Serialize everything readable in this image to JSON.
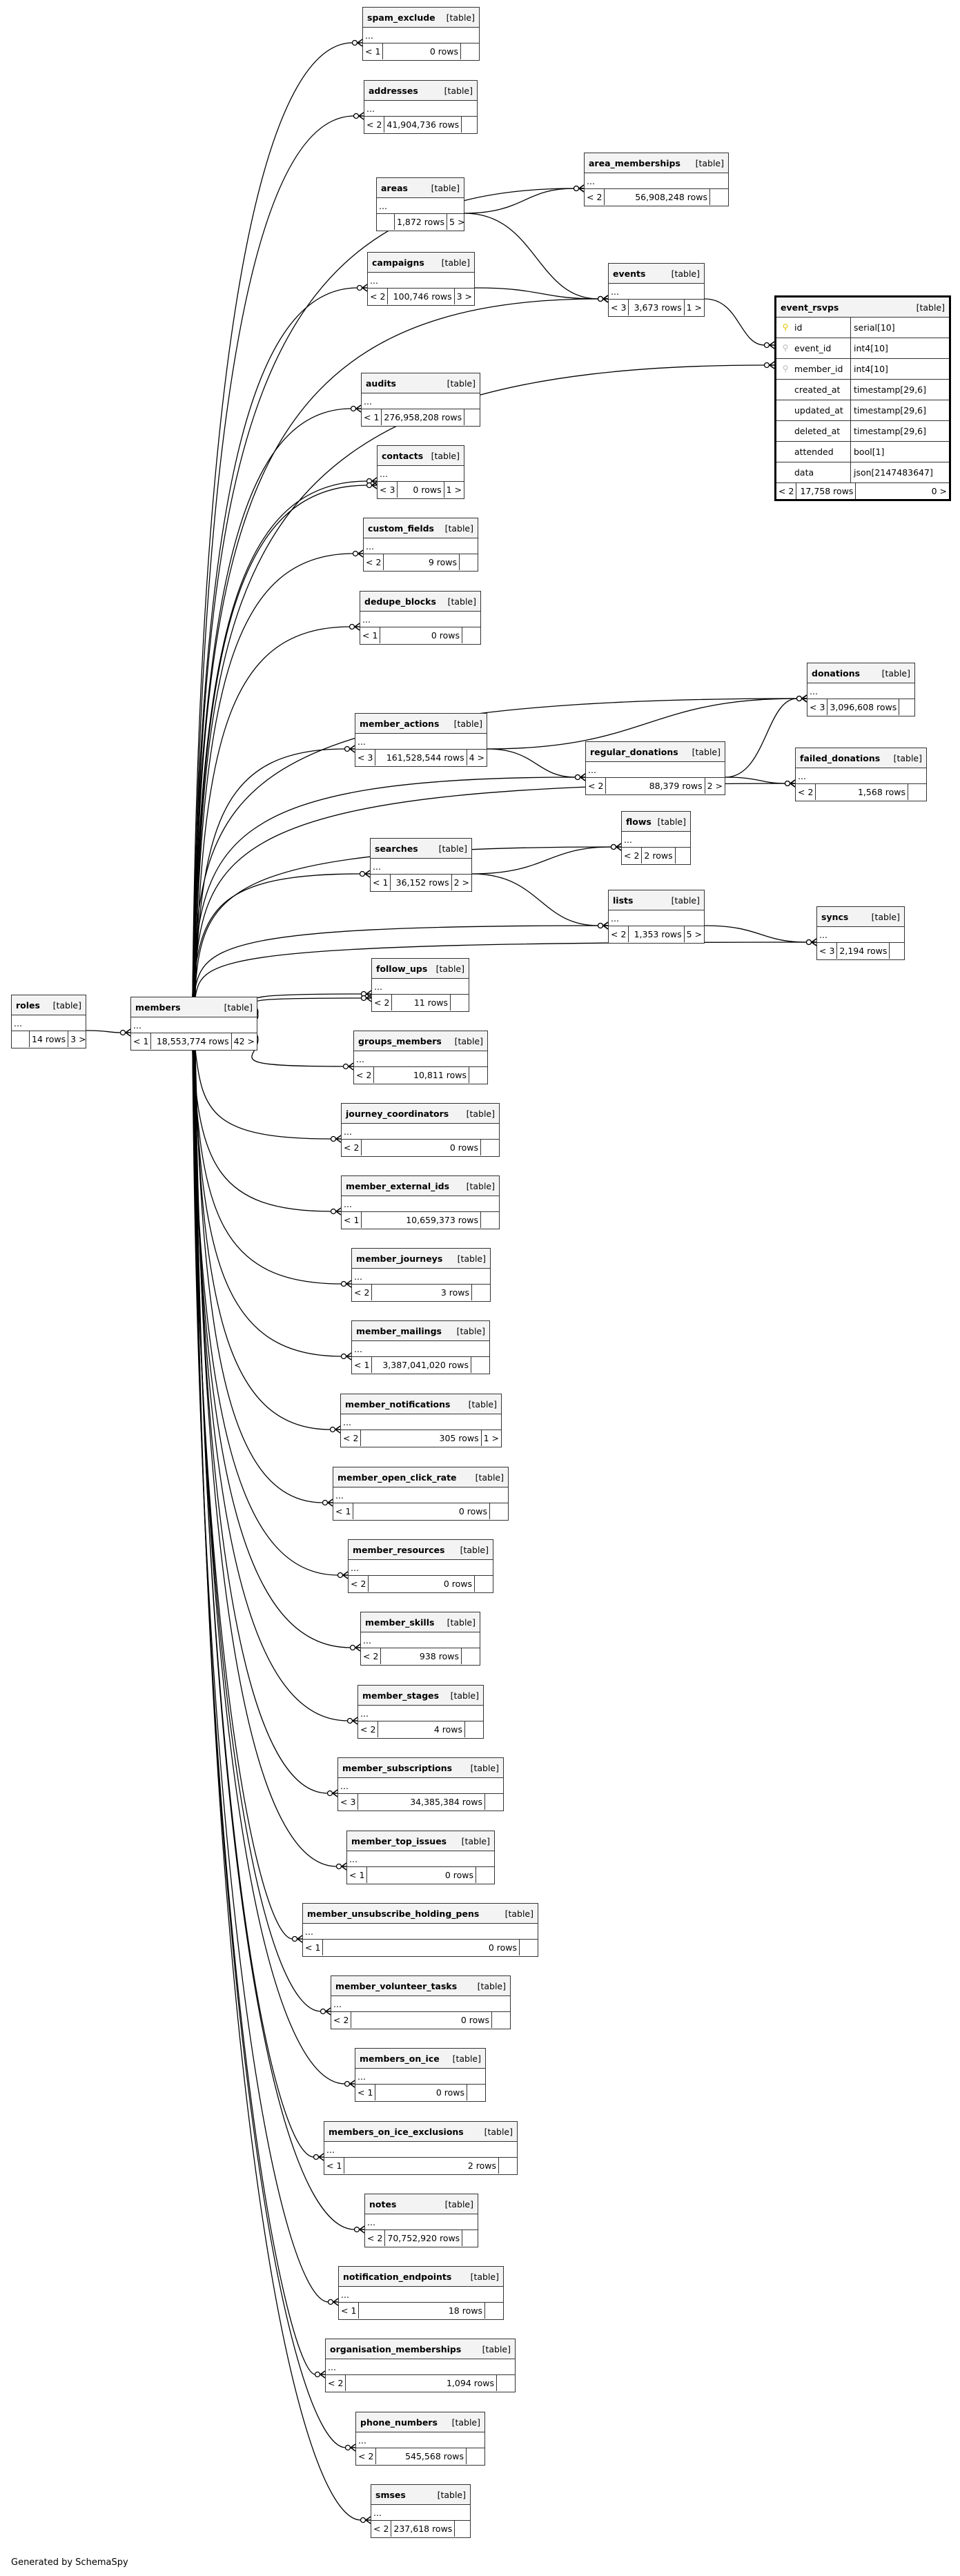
{
  "diagram": {
    "type_label": "[table]",
    "ellipsis": "...",
    "generated_by": "Generated by SchemaSpy"
  },
  "focus_table": {
    "name": "event_rsvps",
    "columns": [
      {
        "name": "id",
        "type": "serial[10]",
        "key": "primary-key"
      },
      {
        "name": "event_id",
        "type": "int4[10]",
        "key": "foreign-key"
      },
      {
        "name": "member_id",
        "type": "int4[10]",
        "key": "foreign-key"
      },
      {
        "name": "created_at",
        "type": "timestamp[29,6]",
        "key": ""
      },
      {
        "name": "updated_at",
        "type": "timestamp[29,6]",
        "key": ""
      },
      {
        "name": "deleted_at",
        "type": "timestamp[29,6]",
        "key": ""
      },
      {
        "name": "attended",
        "type": "bool[1]",
        "key": ""
      },
      {
        "name": "data",
        "type": "json[2147483647]",
        "key": ""
      }
    ],
    "parents": "< 2",
    "rows": "17,758 rows",
    "children": "0 >"
  },
  "tables": [
    {
      "name": "spam_exclude",
      "parents": "< 1",
      "rows": "0 rows",
      "children": ""
    },
    {
      "name": "addresses",
      "parents": "< 2",
      "rows": "41,904,736 rows",
      "children": ""
    },
    {
      "name": "area_memberships",
      "parents": "< 2",
      "rows": "56,908,248 rows",
      "children": ""
    },
    {
      "name": "areas",
      "parents": "",
      "rows": "1,872 rows",
      "children": "5 >"
    },
    {
      "name": "campaigns",
      "parents": "< 2",
      "rows": "100,746 rows",
      "children": "3 >"
    },
    {
      "name": "events",
      "parents": "< 3",
      "rows": "3,673 rows",
      "children": "1 >"
    },
    {
      "name": "audits",
      "parents": "< 1",
      "rows": "276,958,208 rows",
      "children": ""
    },
    {
      "name": "contacts",
      "parents": "< 3",
      "rows": "0 rows",
      "children": "1 >"
    },
    {
      "name": "custom_fields",
      "parents": "< 2",
      "rows": "9 rows",
      "children": ""
    },
    {
      "name": "dedupe_blocks",
      "parents": "< 1",
      "rows": "0 rows",
      "children": ""
    },
    {
      "name": "donations",
      "parents": "< 3",
      "rows": "3,096,608 rows",
      "children": ""
    },
    {
      "name": "member_actions",
      "parents": "< 3",
      "rows": "161,528,544 rows",
      "children": "4 >"
    },
    {
      "name": "regular_donations",
      "parents": "< 2",
      "rows": "88,379 rows",
      "children": "2 >"
    },
    {
      "name": "failed_donations",
      "parents": "< 2",
      "rows": "1,568 rows",
      "children": ""
    },
    {
      "name": "flows",
      "parents": "< 2",
      "rows": "2 rows",
      "children": ""
    },
    {
      "name": "searches",
      "parents": "< 1",
      "rows": "36,152 rows",
      "children": "2 >"
    },
    {
      "name": "lists",
      "parents": "< 2",
      "rows": "1,353 rows",
      "children": "5 >"
    },
    {
      "name": "syncs",
      "parents": "< 3",
      "rows": "2,194 rows",
      "children": ""
    },
    {
      "name": "follow_ups",
      "parents": "< 2",
      "rows": "11 rows",
      "children": ""
    },
    {
      "name": "roles",
      "parents": "",
      "rows": "14 rows",
      "children": "3 >"
    },
    {
      "name": "members",
      "parents": "< 1",
      "rows": "18,553,774 rows",
      "children": "42 >"
    },
    {
      "name": "groups_members",
      "parents": "< 2",
      "rows": "10,811 rows",
      "children": ""
    },
    {
      "name": "journey_coordinators",
      "parents": "< 2",
      "rows": "0 rows",
      "children": ""
    },
    {
      "name": "member_external_ids",
      "parents": "< 1",
      "rows": "10,659,373 rows",
      "children": ""
    },
    {
      "name": "member_journeys",
      "parents": "< 2",
      "rows": "3 rows",
      "children": ""
    },
    {
      "name": "member_mailings",
      "parents": "< 1",
      "rows": "3,387,041,020 rows",
      "children": ""
    },
    {
      "name": "member_notifications",
      "parents": "< 2",
      "rows": "305 rows",
      "children": "1 >"
    },
    {
      "name": "member_open_click_rate",
      "parents": "< 1",
      "rows": "0 rows",
      "children": ""
    },
    {
      "name": "member_resources",
      "parents": "< 2",
      "rows": "0 rows",
      "children": ""
    },
    {
      "name": "member_skills",
      "parents": "< 2",
      "rows": "938 rows",
      "children": ""
    },
    {
      "name": "member_stages",
      "parents": "< 2",
      "rows": "4 rows",
      "children": ""
    },
    {
      "name": "member_subscriptions",
      "parents": "< 3",
      "rows": "34,385,384 rows",
      "children": ""
    },
    {
      "name": "member_top_issues",
      "parents": "< 1",
      "rows": "0 rows",
      "children": ""
    },
    {
      "name": "member_unsubscribe_holding_pens",
      "parents": "< 1",
      "rows": "0 rows",
      "children": ""
    },
    {
      "name": "member_volunteer_tasks",
      "parents": "< 2",
      "rows": "0 rows",
      "children": ""
    },
    {
      "name": "members_on_ice",
      "parents": "< 1",
      "rows": "0 rows",
      "children": ""
    },
    {
      "name": "members_on_ice_exclusions",
      "parents": "< 1",
      "rows": "2 rows",
      "children": ""
    },
    {
      "name": "notes",
      "parents": "< 2",
      "rows": "70,752,920 rows",
      "children": ""
    },
    {
      "name": "notification_endpoints",
      "parents": "< 1",
      "rows": "18 rows",
      "children": ""
    },
    {
      "name": "organisation_memberships",
      "parents": "< 2",
      "rows": "1,094 rows",
      "children": ""
    },
    {
      "name": "phone_numbers",
      "parents": "< 2",
      "rows": "545,568 rows",
      "children": ""
    },
    {
      "name": "smses",
      "parents": "< 2",
      "rows": "237,618 rows",
      "children": ""
    }
  ],
  "relationships": [
    {
      "from": "members",
      "to": "spam_exclude"
    },
    {
      "from": "members",
      "to": "addresses"
    },
    {
      "from": "members",
      "to": "area_memberships"
    },
    {
      "from": "areas",
      "to": "area_memberships"
    },
    {
      "from": "areas",
      "to": "events"
    },
    {
      "from": "members",
      "to": "campaigns"
    },
    {
      "from": "campaigns",
      "to": "events"
    },
    {
      "from": "members",
      "to": "events"
    },
    {
      "from": "events",
      "to": "event_rsvps.event_id"
    },
    {
      "from": "members",
      "to": "event_rsvps.member_id"
    },
    {
      "from": "members",
      "to": "audits"
    },
    {
      "from": "members",
      "to": "contacts"
    },
    {
      "from": "members",
      "to": "contacts"
    },
    {
      "from": "members",
      "to": "custom_fields"
    },
    {
      "from": "members",
      "to": "dedupe_blocks"
    },
    {
      "from": "members",
      "to": "donations"
    },
    {
      "from": "member_actions",
      "to": "donations"
    },
    {
      "from": "regular_donations",
      "to": "donations"
    },
    {
      "from": "members",
      "to": "member_actions"
    },
    {
      "from": "member_actions",
      "to": "regular_donations"
    },
    {
      "from": "members",
      "to": "regular_donations"
    },
    {
      "from": "regular_donations",
      "to": "failed_donations"
    },
    {
      "from": "members",
      "to": "failed_donations"
    },
    {
      "from": "members",
      "to": "flows"
    },
    {
      "from": "searches",
      "to": "flows"
    },
    {
      "from": "members",
      "to": "searches"
    },
    {
      "from": "searches",
      "to": "lists"
    },
    {
      "from": "members",
      "to": "lists"
    },
    {
      "from": "lists",
      "to": "syncs"
    },
    {
      "from": "members",
      "to": "syncs"
    },
    {
      "from": "members",
      "to": "follow_ups"
    },
    {
      "from": "members",
      "to": "follow_ups"
    },
    {
      "from": "roles",
      "to": "members"
    },
    {
      "from": "members",
      "to": "groups_members"
    },
    {
      "from": "members",
      "to": "journey_coordinators"
    },
    {
      "from": "members",
      "to": "member_external_ids"
    },
    {
      "from": "members",
      "to": "member_journeys"
    },
    {
      "from": "members",
      "to": "member_mailings"
    },
    {
      "from": "members",
      "to": "member_notifications"
    },
    {
      "from": "members",
      "to": "member_open_click_rate"
    },
    {
      "from": "members",
      "to": "member_resources"
    },
    {
      "from": "members",
      "to": "member_skills"
    },
    {
      "from": "members",
      "to": "member_stages"
    },
    {
      "from": "members",
      "to": "member_subscriptions"
    },
    {
      "from": "members",
      "to": "member_top_issues"
    },
    {
      "from": "members",
      "to": "member_unsubscribe_holding_pens"
    },
    {
      "from": "members",
      "to": "member_volunteer_tasks"
    },
    {
      "from": "members",
      "to": "members_on_ice"
    },
    {
      "from": "members",
      "to": "members_on_ice_exclusions"
    },
    {
      "from": "members",
      "to": "notes"
    },
    {
      "from": "members",
      "to": "notification_endpoints"
    },
    {
      "from": "members",
      "to": "organisation_memberships"
    },
    {
      "from": "members",
      "to": "phone_numbers"
    },
    {
      "from": "members",
      "to": "smses"
    }
  ]
}
